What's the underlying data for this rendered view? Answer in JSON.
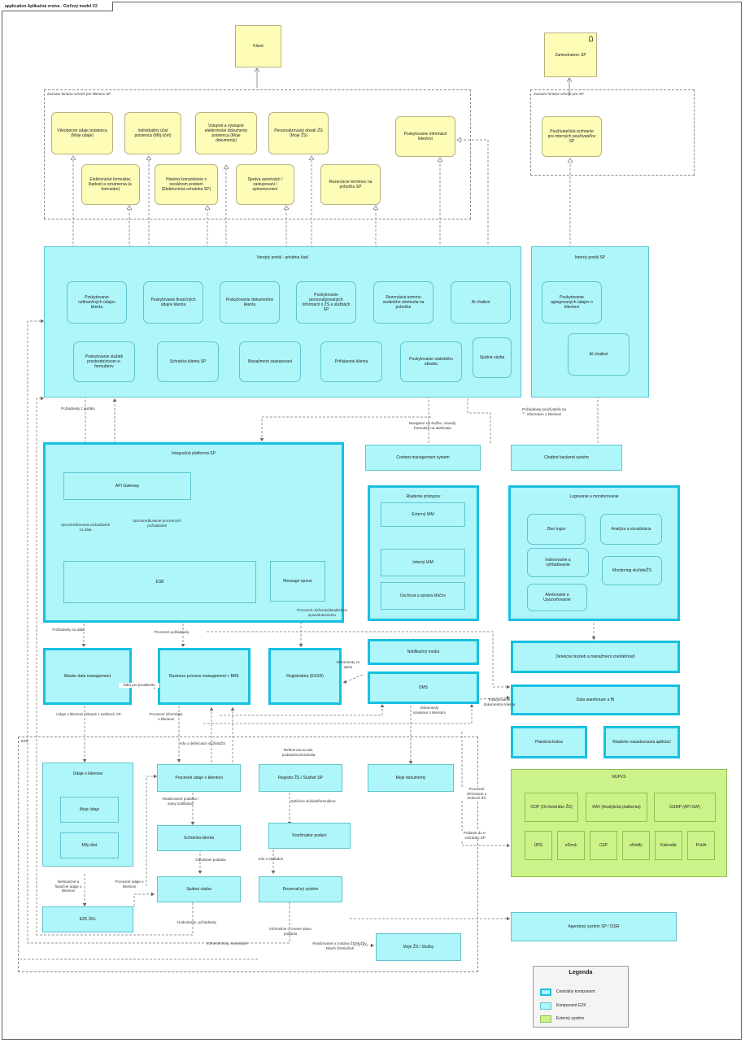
{
  "frame": {
    "title": "application Aplikačná vrstva - Cieľový model V2"
  },
  "top": {
    "klient": "Klient",
    "zamestnanec": "Zamestnanec SP"
  },
  "groups": {
    "klient_funkcie": "Zoznam funkcie určené pre klientov SP",
    "zamestnanec_funkcie": "Zoznam funkcie určené pre SP",
    "ezk": "EZK"
  },
  "functions": {
    "vseobecne": "Všeobecné údaje poistenca (Moje údaje)",
    "individualny": "Individuálny účet poistenca (Môj účet)",
    "vstupne": "Vstupné a výstupné elektronické dokumenty poistenca (Moje dokumenty)",
    "personalizovany": "Personalizovaný obsah ŽS (Moje ŽS)",
    "informacie_klientovi": "Poskytovanie informácií klientovi",
    "formulare": "Elektronické formuláre, žiadosti a oznámenia (e-formuláre)",
    "historia": "História komunikácie s sociálnom poistení (Elektronická schránka SP)",
    "sprava": "Správa autorizácií / zastupovaní / splnomocnení",
    "rezervacie": "Rezervácie termínov na pobočku SP",
    "pouzivatelske": "Používateľské rozhranie pre interných používateľov SP"
  },
  "portal": {
    "title": "Verejný portál - privátna časť",
    "items": [
      "Poskytovanie nefinančných údajov klienta",
      "Poskytovanie finančných údajov klienta",
      "Poskytovanie dokumentov klienta",
      "Poskytovanie personalizovaných informácií o ŽS a službách SP",
      "Rezervácia termínu osobného stretnutia na pobočke",
      "AI chatbot",
      "Poskytovanie služieb prostredníctvom e-formulárov",
      "Schránka klienta SP",
      "Manažment zastupovaní",
      "Prihlásenie klienta",
      "Poskytovanie statického obsahu",
      "Spätná väzba"
    ]
  },
  "internal_portal": {
    "title": "Interný portál SP",
    "items": [
      "Poskytovanie agregovaných údajov o klientovi",
      "AI chatbot"
    ]
  },
  "components": {
    "integracna": "Integračná platforma SP",
    "api_gateway": "API Gateway",
    "esb": "ESB",
    "message_queue": "Message queue",
    "cms": "Content management system",
    "chatbot_backend": "Chatbot backend systém",
    "riadenie": "Riadenie prístupov",
    "externy_iam": "Externý IAM",
    "interny_iam": "Interný IAM",
    "kluce": "Úschova a správa kľúčov",
    "logovanie": "Logovanie a monitorovanie",
    "zber_logov": "Zber logov",
    "analyza": "Analýza a vizualizácia",
    "indexovanie": "Indexovanie a vyhľadávanie",
    "monitoring": "Monitoring služieb/ŽS",
    "alertovanie": "Alertovanie a Upozorňovanie",
    "detekcia": "Detekcia hrozieb a manažment zraniteľností",
    "mdm": "Master data management",
    "bpm": "Business process management + BRE",
    "registratura": "Registratúra (ESSR)",
    "notifikacny": "Notifikačný modul",
    "dms": "DMS",
    "dwh": "Data warehouse a BI",
    "platobna": "Platobná brána",
    "riadenie_nasadzovania": "Riadenie nasadzovania aplikácií",
    "udaje_klientovi": "Údaje o klientovi",
    "moje_udaje": "Moje údaje",
    "moj_ucet": "Môj účet",
    "ezk_ukl": "EZK ÚKL",
    "procesne_udaje": "Procesné údaje o klientovi",
    "schranka_klienta": "Schránka klienta",
    "spatna_vazba": "Spätná väzba",
    "register": "Register ŽS / Služieb SP",
    "konstruktor": "Konštruktor podaní",
    "rezervacny": "Rezervačný systém",
    "moje_dokumenty": "Moje dokumenty",
    "moje_zs": "Moje ŽS / Služby",
    "agendovy": "Agendový systém SP / ISSR"
  },
  "nupvs": {
    "title": "NÚPVS",
    "top": [
      "OOP (Orchestrátor ŽS)",
      "KAV (Analytická platforma)",
      "GSMP (API GW)"
    ],
    "bottom": [
      "ÚPG",
      "eDesk",
      "CEP",
      "eNotify",
      "Kalendár",
      "Prúžit"
    ]
  },
  "labels": {
    "poziadavky_portalu": "Požiadavky z portálu",
    "navigacia": "Navigácie na službu, návody, formuláre na stiahnutie",
    "poziadavky_pouzivatela": "Požiadavky používateľa na informácie o klientovi",
    "sprostredkovanie": "Sprostredkovanie požiadaviek na dáta",
    "sprostredkovanie_proc": "Sprostredkovanie procesných požiadaviek",
    "procesne_ulozenie": "Procesné uloženie/aktualizácia spisu/dokumentu",
    "poziadavky_data": "Požiadavky na dáta",
    "procesne_poziadavky": "Procesné požiadavky",
    "data_pre_proaktivitu": "Dáta pre proaktivitu",
    "dokumenty_spisu": "Dokumenty zo spisu",
    "udaje_evidencii": "Údaje o klientovi získané z evidencií SP",
    "procesne_info": "Procesné informácie o klientovi",
    "info_definiciach": "Info o definíciach služieb/ŽS",
    "referencia": "Referencia na akt. podania/rozhodnutia",
    "dokumenty_klienta": "Dokumenty súvisiace s klientom",
    "poskytovanie_dok": "Poskytovanie dokumentov klienta",
    "realizovane": "Realizované podania / stavy notifikácie",
    "definicie": "Definície služieb/formulárov",
    "oznacenie": "Odoslanie podania",
    "info_sluzbach": "Info o službách",
    "procesne_krokoch": "Procesné informácie o krokoch ŽS",
    "podanie_schranke": "Podanie do e-schránky SP",
    "nefinancne": "Nefinančné a finančné údaje o klientovi",
    "procesne_udaje_lbl": "Procesné údaje o klientovi",
    "hodnotenie": "Hodnotenie, požiadavky",
    "informacie_stave": "Informácie o zmene stavu podania",
    "volne_terminy": "Voľné termíny, rezervácie",
    "realizovane_zs": "Realizované a zostáva ŽS/služby, Návrh ŽS/služieb"
  },
  "legend": {
    "title": "Legenda",
    "items": [
      "Centrálny komponent",
      "Komponent EZK",
      "Externý systém"
    ]
  },
  "colors": {
    "yellow": "#fdfdb8",
    "cyan": "#aef6fa",
    "cyan_border": "#17c0e0",
    "green": "#ccf38a"
  }
}
